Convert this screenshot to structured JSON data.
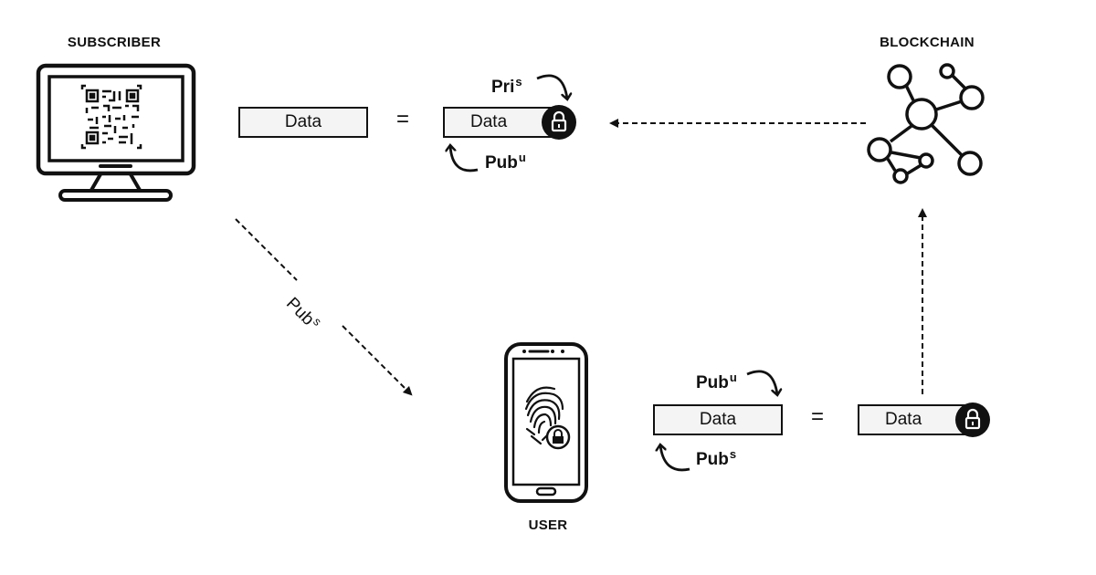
{
  "labels": {
    "subscriber": "SUBSCRIBER",
    "blockchain": "BLOCKCHAIN",
    "user": "USER"
  },
  "top_row": {
    "plain_data": "Data",
    "equals": "=",
    "encrypted_data": "Data",
    "key_top": {
      "base": "Pri",
      "sup": "s"
    },
    "key_bottom": {
      "base": "Pub",
      "sup": "u"
    }
  },
  "bottom_row": {
    "plain_data": "Data",
    "equals": "=",
    "encrypted_data": "Data",
    "key_top": {
      "base": "Pub",
      "sup": "u"
    },
    "key_bottom": {
      "base": "Pub",
      "sup": "s"
    }
  },
  "diagonal_arrow_label": {
    "base": "Pub",
    "sup": "s"
  },
  "icons": {
    "subscriber": "monitor-with-qr-code-icon",
    "blockchain": "network-nodes-icon",
    "user": "smartphone-with-fingerprint-lock-icon",
    "encrypted": "padlock-icon"
  },
  "colors": {
    "stroke": "#111111",
    "box_fill": "#f4f4f4",
    "background": "#ffffff"
  }
}
